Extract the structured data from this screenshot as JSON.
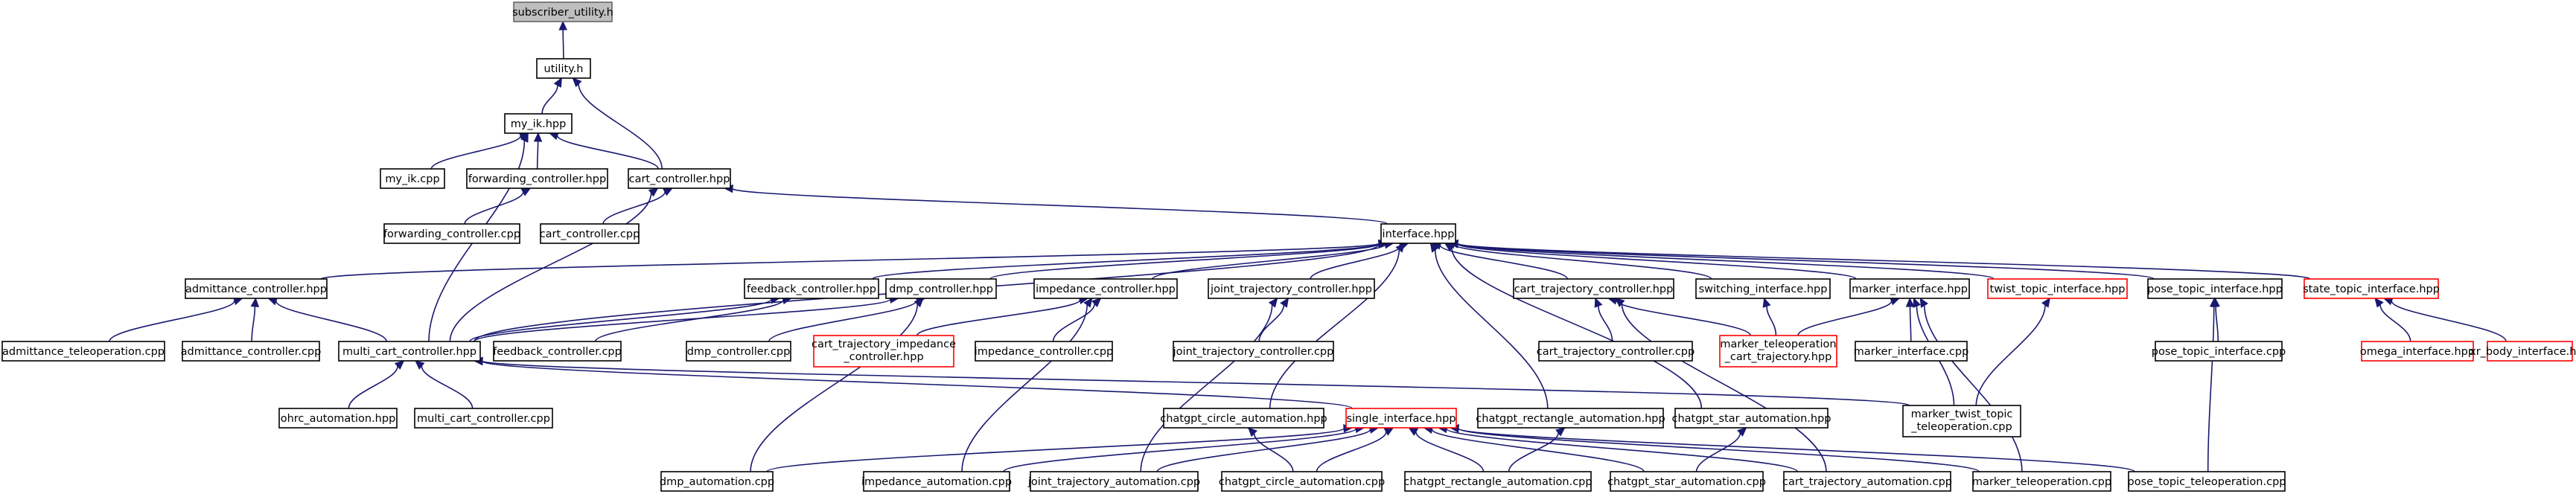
{
  "diagram": {
    "type": "doxygen-include-dependency-graph",
    "colors": {
      "edge": "#191970",
      "node_border": "#000000",
      "incomplete_node_border": "#ff0000",
      "root_fill": "#bfbfbf",
      "root_border": "#666666",
      "background": "#ffffff"
    },
    "nodes": [
      {
        "id": "subscriber_utility_h",
        "label": "subscriber_utility.h",
        "style": "root"
      },
      {
        "id": "utility_h",
        "label": "utility.h"
      },
      {
        "id": "my_ik_hpp",
        "label": "my_ik.hpp"
      },
      {
        "id": "my_ik_cpp",
        "label": "my_ik.cpp"
      },
      {
        "id": "forwarding_controller_hpp",
        "label": "forwarding_controller.hpp"
      },
      {
        "id": "cart_controller_hpp",
        "label": "cart_controller.hpp"
      },
      {
        "id": "forwarding_controller_cpp",
        "label": "forwarding_controller.cpp"
      },
      {
        "id": "cart_controller_cpp",
        "label": "cart_controller.cpp"
      },
      {
        "id": "interface_hpp",
        "label": "interface.hpp"
      },
      {
        "id": "admittance_controller_hpp",
        "label": "admittance_controller.hpp"
      },
      {
        "id": "feedback_controller_hpp",
        "label": "feedback_controller.hpp"
      },
      {
        "id": "dmp_controller_hpp",
        "label": "dmp_controller.hpp"
      },
      {
        "id": "impedance_controller_hpp",
        "label": "impedance_controller.hpp"
      },
      {
        "id": "joint_trajectory_controller_hpp",
        "label": "joint_trajectory_controller.hpp"
      },
      {
        "id": "cart_trajectory_controller_hpp",
        "label": "cart_trajectory_controller.hpp"
      },
      {
        "id": "switching_interface_hpp",
        "label": "switching_interface.hpp"
      },
      {
        "id": "marker_interface_hpp",
        "label": "marker_interface.hpp"
      },
      {
        "id": "twist_topic_interface_hpp",
        "label": "twist_topic_interface.hpp",
        "style": "red"
      },
      {
        "id": "pose_topic_interface_hpp",
        "label": "pose_topic_interface.hpp"
      },
      {
        "id": "state_topic_interface_hpp",
        "label": "state_topic_interface.hpp",
        "style": "red"
      },
      {
        "id": "admittance_teleoperation_cpp",
        "label": "admittance_teleoperation.cpp"
      },
      {
        "id": "admittance_controller_cpp",
        "label": "admittance_controller.cpp"
      },
      {
        "id": "multi_cart_controller_hpp",
        "label": "multi_cart_controller.hpp"
      },
      {
        "id": "feedback_controller_cpp",
        "label": "feedback_controller.cpp"
      },
      {
        "id": "dmp_controller_cpp",
        "label": "dmp_controller.cpp"
      },
      {
        "id": "cart_trajectory_impedance_controller_hpp",
        "lines": [
          "cart_trajectory_impedance",
          "_controller.hpp"
        ],
        "style": "red"
      },
      {
        "id": "impedance_controller_cpp",
        "label": "impedance_controller.cpp"
      },
      {
        "id": "joint_trajectory_controller_cpp",
        "label": "joint_trajectory_controller.cpp"
      },
      {
        "id": "cart_trajectory_controller_cpp",
        "label": "cart_trajectory_controller.cpp"
      },
      {
        "id": "marker_teleoperation_cart_trajectory_hpp",
        "lines": [
          "marker_teleoperation",
          "_cart_trajectory.hpp"
        ],
        "style": "red"
      },
      {
        "id": "marker_interface_cpp",
        "label": "marker_interface.cpp"
      },
      {
        "id": "pose_topic_interface_cpp",
        "label": "pose_topic_interface.cpp"
      },
      {
        "id": "omega_interface_hpp",
        "label": "omega_interface.hpp",
        "style": "red"
      },
      {
        "id": "xr_body_interface_hpp",
        "label": "xr_body_interface.hpp",
        "style": "red"
      },
      {
        "id": "ohrc_automation_hpp",
        "label": "ohrc_automation.hpp"
      },
      {
        "id": "multi_cart_controller_cpp",
        "label": "multi_cart_controller.cpp"
      },
      {
        "id": "marker_twist_topic_teleoperation_cpp",
        "lines": [
          "marker_twist_topic",
          "_teleoperation.cpp"
        ]
      },
      {
        "id": "chatgpt_circle_automation_hpp",
        "label": "chatgpt_circle_automation.hpp"
      },
      {
        "id": "single_interface_hpp",
        "label": "single_interface.hpp",
        "style": "red"
      },
      {
        "id": "chatgpt_rectangle_automation_hpp",
        "label": "chatgpt_rectangle_automation.hpp"
      },
      {
        "id": "chatgpt_star_automation_hpp",
        "label": "chatgpt_star_automation.hpp"
      },
      {
        "id": "dmp_automation_cpp",
        "label": "dmp_automation.cpp"
      },
      {
        "id": "impedance_automation_cpp",
        "label": "impedance_automation.cpp"
      },
      {
        "id": "joint_trajectory_automation_cpp",
        "label": "joint_trajectory_automation.cpp"
      },
      {
        "id": "chatgpt_circle_automation_cpp",
        "label": "chatgpt_circle_automation.cpp"
      },
      {
        "id": "chatgpt_rectangle_automation_cpp",
        "label": "chatgpt_rectangle_automation.cpp"
      },
      {
        "id": "chatgpt_star_automation_cpp",
        "label": "chatgpt_star_automation.cpp"
      },
      {
        "id": "cart_trajectory_automation_cpp",
        "label": "cart_trajectory_automation.cpp"
      },
      {
        "id": "marker_teleoperation_cpp",
        "label": "marker_teleoperation.cpp"
      },
      {
        "id": "pose_topic_teleoperation_cpp",
        "label": "pose_topic_teleoperation.cpp"
      }
    ],
    "edges": [
      {
        "from": "utility_h",
        "to": "subscriber_utility_h"
      },
      {
        "from": "my_ik_hpp",
        "to": "utility_h"
      },
      {
        "from": "cart_controller_hpp",
        "to": "utility_h"
      },
      {
        "from": "my_ik_cpp",
        "to": "my_ik_hpp"
      },
      {
        "from": "forwarding_controller_hpp",
        "to": "my_ik_hpp"
      },
      {
        "from": "cart_controller_hpp",
        "to": "my_ik_hpp"
      },
      {
        "from": "multi_cart_controller_hpp",
        "to": "my_ik_hpp"
      },
      {
        "from": "forwarding_controller_cpp",
        "to": "forwarding_controller_hpp"
      },
      {
        "from": "cart_controller_cpp",
        "to": "cart_controller_hpp"
      },
      {
        "from": "multi_cart_controller_hpp",
        "to": "cart_controller_hpp"
      },
      {
        "from": "interface_hpp",
        "to": "cart_controller_hpp"
      },
      {
        "from": "admittance_controller_hpp",
        "to": "interface_hpp"
      },
      {
        "from": "feedback_controller_hpp",
        "to": "interface_hpp"
      },
      {
        "from": "dmp_controller_hpp",
        "to": "interface_hpp"
      },
      {
        "from": "impedance_controller_hpp",
        "to": "interface_hpp"
      },
      {
        "from": "joint_trajectory_controller_hpp",
        "to": "interface_hpp"
      },
      {
        "from": "cart_trajectory_controller_hpp",
        "to": "interface_hpp"
      },
      {
        "from": "switching_interface_hpp",
        "to": "interface_hpp"
      },
      {
        "from": "marker_interface_hpp",
        "to": "interface_hpp"
      },
      {
        "from": "twist_topic_interface_hpp",
        "to": "interface_hpp"
      },
      {
        "from": "pose_topic_interface_hpp",
        "to": "interface_hpp"
      },
      {
        "from": "state_topic_interface_hpp",
        "to": "interface_hpp"
      },
      {
        "from": "multi_cart_controller_hpp",
        "to": "interface_hpp"
      },
      {
        "from": "chatgpt_circle_automation_hpp",
        "to": "interface_hpp"
      },
      {
        "from": "chatgpt_rectangle_automation_hpp",
        "to": "interface_hpp"
      },
      {
        "from": "chatgpt_star_automation_hpp",
        "to": "interface_hpp"
      },
      {
        "from": "admittance_teleoperation_cpp",
        "to": "admittance_controller_hpp"
      },
      {
        "from": "admittance_controller_cpp",
        "to": "admittance_controller_hpp"
      },
      {
        "from": "multi_cart_controller_hpp",
        "to": "admittance_controller_hpp"
      },
      {
        "from": "feedback_controller_cpp",
        "to": "feedback_controller_hpp"
      },
      {
        "from": "multi_cart_controller_hpp",
        "to": "feedback_controller_hpp"
      },
      {
        "from": "dmp_controller_cpp",
        "to": "dmp_controller_hpp"
      },
      {
        "from": "multi_cart_controller_hpp",
        "to": "dmp_controller_hpp"
      },
      {
        "from": "dmp_automation_cpp",
        "to": "dmp_controller_hpp"
      },
      {
        "from": "cart_trajectory_impedance_controller_hpp",
        "to": "impedance_controller_hpp"
      },
      {
        "from": "impedance_controller_cpp",
        "to": "impedance_controller_hpp"
      },
      {
        "from": "impedance_automation_cpp",
        "to": "impedance_controller_hpp"
      },
      {
        "from": "joint_trajectory_controller_cpp",
        "to": "joint_trajectory_controller_hpp"
      },
      {
        "from": "joint_trajectory_automation_cpp",
        "to": "joint_trajectory_controller_hpp"
      },
      {
        "from": "cart_trajectory_controller_cpp",
        "to": "cart_trajectory_controller_hpp"
      },
      {
        "from": "marker_teleoperation_cart_trajectory_hpp",
        "to": "cart_trajectory_controller_hpp"
      },
      {
        "from": "cart_trajectory_automation_cpp",
        "to": "cart_trajectory_controller_hpp"
      },
      {
        "from": "marker_teleoperation_cart_trajectory_hpp",
        "to": "switching_interface_hpp"
      },
      {
        "from": "marker_teleoperation_cart_trajectory_hpp",
        "to": "marker_interface_hpp"
      },
      {
        "from": "marker_interface_cpp",
        "to": "marker_interface_hpp"
      },
      {
        "from": "marker_twist_topic_teleoperation_cpp",
        "to": "marker_interface_hpp"
      },
      {
        "from": "marker_teleoperation_cpp",
        "to": "marker_interface_hpp"
      },
      {
        "from": "marker_twist_topic_teleoperation_cpp",
        "to": "twist_topic_interface_hpp"
      },
      {
        "from": "pose_topic_interface_cpp",
        "to": "pose_topic_interface_hpp"
      },
      {
        "from": "pose_topic_teleoperation_cpp",
        "to": "pose_topic_interface_hpp"
      },
      {
        "from": "omega_interface_hpp",
        "to": "state_topic_interface_hpp"
      },
      {
        "from": "xr_body_interface_hpp",
        "to": "state_topic_interface_hpp"
      },
      {
        "from": "ohrc_automation_hpp",
        "to": "multi_cart_controller_hpp"
      },
      {
        "from": "multi_cart_controller_cpp",
        "to": "multi_cart_controller_hpp"
      },
      {
        "from": "marker_twist_topic_teleoperation_cpp",
        "to": "multi_cart_controller_hpp"
      },
      {
        "from": "single_interface_hpp",
        "to": "multi_cart_controller_hpp"
      },
      {
        "from": "chatgpt_circle_automation_cpp",
        "to": "chatgpt_circle_automation_hpp"
      },
      {
        "from": "chatgpt_rectangle_automation_cpp",
        "to": "chatgpt_rectangle_automation_hpp"
      },
      {
        "from": "chatgpt_star_automation_cpp",
        "to": "chatgpt_star_automation_hpp"
      },
      {
        "from": "dmp_automation_cpp",
        "to": "single_interface_hpp"
      },
      {
        "from": "impedance_automation_cpp",
        "to": "single_interface_hpp"
      },
      {
        "from": "joint_trajectory_automation_cpp",
        "to": "single_interface_hpp"
      },
      {
        "from": "chatgpt_circle_automation_cpp",
        "to": "single_interface_hpp"
      },
      {
        "from": "chatgpt_rectangle_automation_cpp",
        "to": "single_interface_hpp"
      },
      {
        "from": "chatgpt_star_automation_cpp",
        "to": "single_interface_hpp"
      },
      {
        "from": "cart_trajectory_automation_cpp",
        "to": "single_interface_hpp"
      },
      {
        "from": "marker_teleoperation_cpp",
        "to": "single_interface_hpp"
      },
      {
        "from": "pose_topic_teleoperation_cpp",
        "to": "single_interface_hpp"
      }
    ]
  }
}
